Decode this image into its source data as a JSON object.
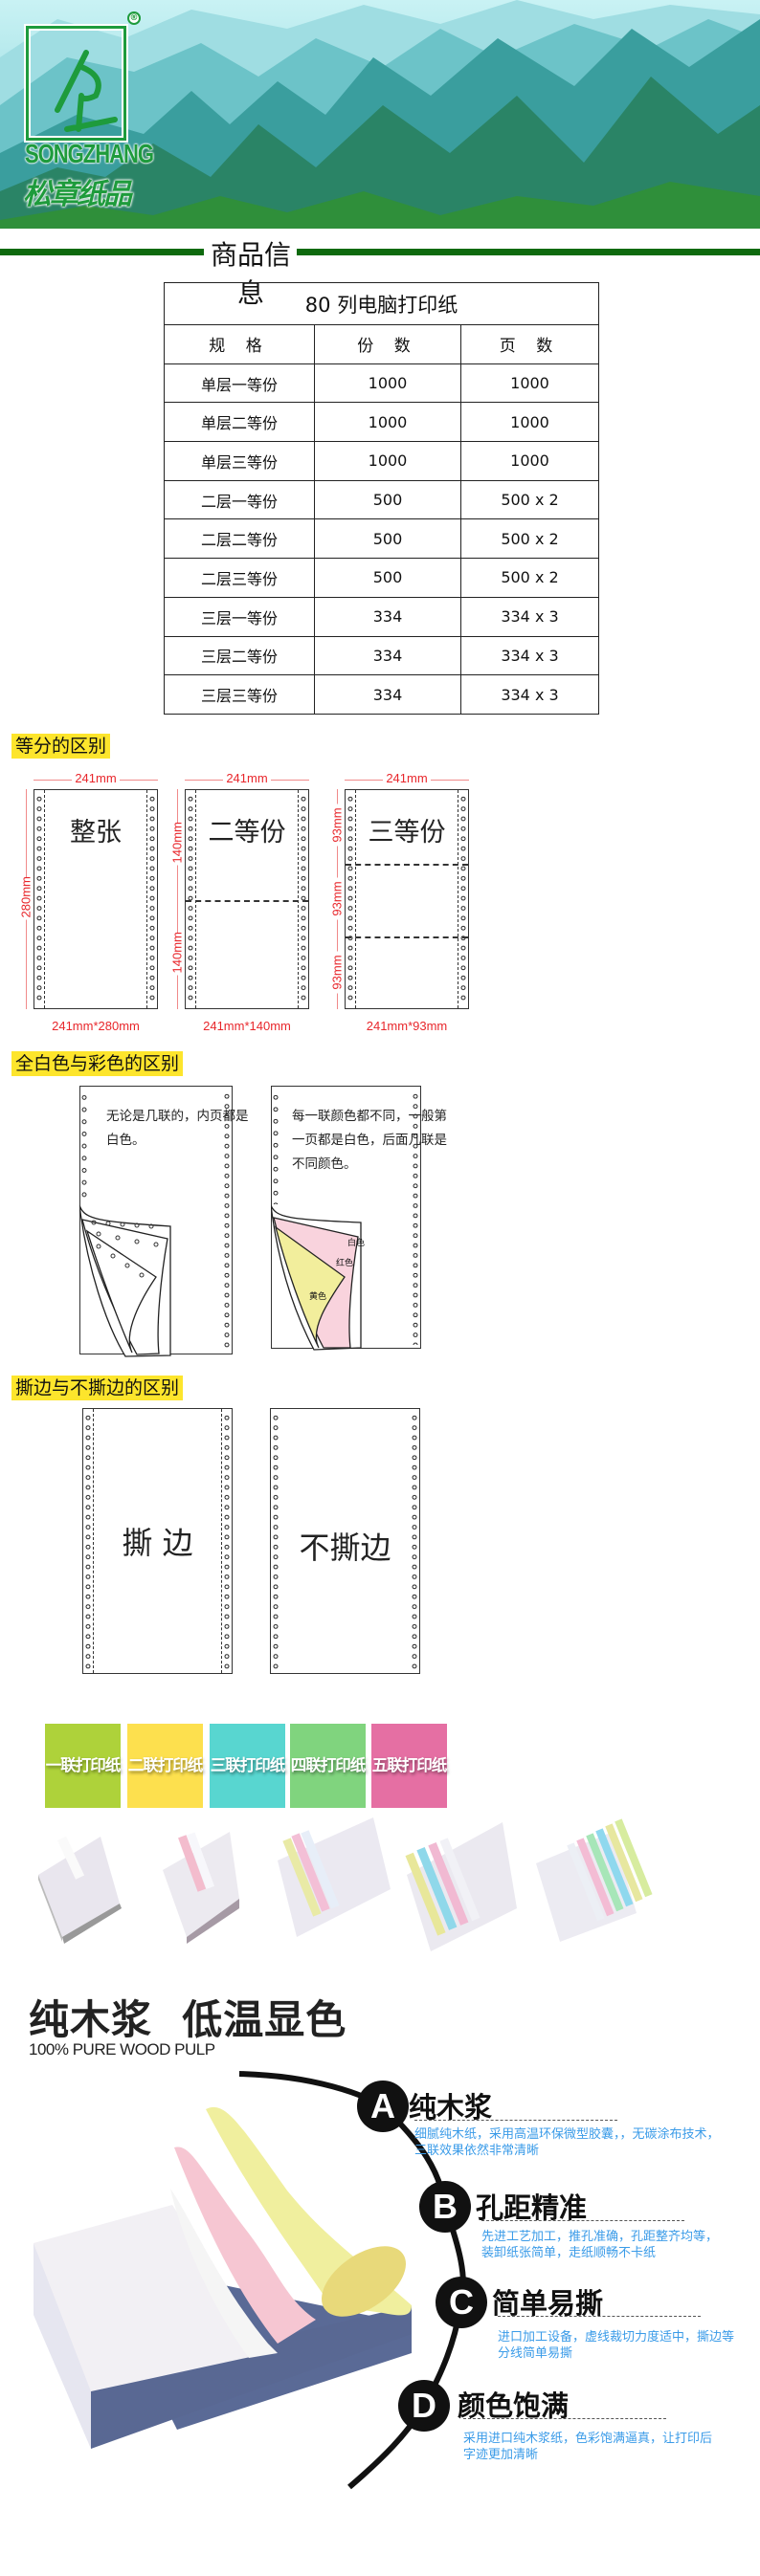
{
  "brand": {
    "name_en": "SONGZHANG",
    "name_cn": "松章纸品",
    "registered": "®"
  },
  "section_product_info": {
    "title": "商品信息"
  },
  "spec_table": {
    "title": "80 列电脑打印纸",
    "headers": [
      "规 格",
      "份 数",
      "页 数"
    ],
    "rows": [
      [
        "单层一等份",
        "1000",
        "1000"
      ],
      [
        "单层二等份",
        "1000",
        "1000"
      ],
      [
        "单层三等份",
        "1000",
        "1000"
      ],
      [
        "二层一等份",
        "500",
        "500 x 2"
      ],
      [
        "二层二等份",
        "500",
        "500 x 2"
      ],
      [
        "二层三等份",
        "500",
        "500 x 2"
      ],
      [
        "三层一等份",
        "334",
        "334 x 3"
      ],
      [
        "三层二等份",
        "334",
        "334 x 3"
      ],
      [
        "三层三等份",
        "334",
        "334 x 3"
      ]
    ]
  },
  "section_division": {
    "label": "等分的区别",
    "sheets": [
      {
        "caption": "整张",
        "width": "241mm",
        "heights": [
          "280mm"
        ],
        "size": "241mm*280mm"
      },
      {
        "caption": "二等份",
        "width": "241mm",
        "heights": [
          "140mm",
          "140mm"
        ],
        "size": "241mm*140mm"
      },
      {
        "caption": "三等份",
        "width": "241mm",
        "heights": [
          "93mm",
          "93mm",
          "93mm"
        ],
        "size": "241mm*93mm"
      }
    ]
  },
  "section_color": {
    "label": "全白色与彩色的区别",
    "left_note": [
      "无论是几联的，内页都是",
      "白色。"
    ],
    "right_note": [
      "每一联颜色都不同，一般第",
      "一页都是白色，后面几联是",
      "不同颜色。"
    ],
    "layer_labels": [
      "白色",
      "红色",
      "黄色"
    ]
  },
  "section_edge": {
    "label": "撕边与不撕边的区别",
    "left_caption": "撕 边",
    "right_caption": "不撕边"
  },
  "ply_types": [
    {
      "label": "一联打印纸",
      "color": "#aed23a"
    },
    {
      "label": "二联打印纸",
      "color": "#fde04e"
    },
    {
      "label": "三联打印纸",
      "color": "#58d6d0"
    },
    {
      "label": "四联打印纸",
      "color": "#80d47e"
    },
    {
      "label": "五联打印纸",
      "color": "#e56fa3"
    }
  ],
  "features_section": {
    "title": "纯木浆  低温显色",
    "subtitle": "100% PURE WOOD PULP",
    "features": [
      {
        "letter": "A",
        "title": "纯木浆",
        "desc": [
          "细腻纯木纸，采用高温环保微型胶囊，，无碳涂布技术，",
          "三联效果依然非常清晰"
        ]
      },
      {
        "letter": "B",
        "title": "孔距精准",
        "desc": [
          "先进工艺加工，推孔准确，孔距整齐均等，",
          "装卸纸张简单，走纸顺畅不卡纸"
        ]
      },
      {
        "letter": "C",
        "title": "简单易撕",
        "desc": [
          "进口加工设备，虚线裁切力度适中，撕边等",
          "分线简单易撕"
        ]
      },
      {
        "letter": "D",
        "title": "颜色饱满",
        "desc": [
          "采用进口纯木浆纸，色彩饱满逼真，让打印后",
          "字迹更加清晰"
        ]
      }
    ]
  },
  "colors": {
    "brand_green": "#1e9b3c",
    "divider_green": "#0e6a0e",
    "label_yellow": "#fde52c",
    "dimension_red": "#e8262b",
    "desc_blue": "#3a9be8"
  }
}
